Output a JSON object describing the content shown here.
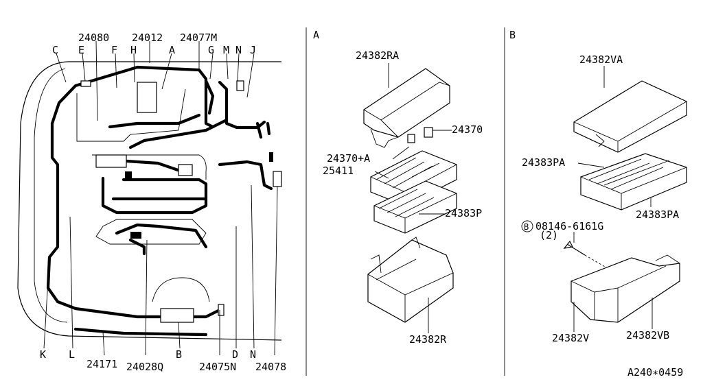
{
  "section_labels": {
    "a": "A",
    "b": "B"
  },
  "left_labels": {
    "top_parts": [
      "24080",
      "24012",
      "24077M"
    ],
    "top_letters": [
      "C",
      "E",
      "F",
      "H",
      "A",
      "G",
      "M",
      "N",
      "J"
    ],
    "bottom_letters": [
      "K",
      "L",
      "B",
      "D",
      "N"
    ],
    "bottom_parts": [
      "24171",
      "24028Q",
      "24075N",
      "24078"
    ]
  },
  "section_a_parts": {
    "cover": "24382RA",
    "fuse": "24370",
    "fuse_a": "24370+A",
    "relay_block": "25411",
    "block": "24383P",
    "bracket": "24382R"
  },
  "section_b_parts": {
    "cover": "24382VA",
    "block_top": "24383PA",
    "block_bottom": "24383PA",
    "bolt_marker": "B",
    "bolt": "08146-6161G",
    "bolt_qty": "(2)",
    "bracket_left": "24382V",
    "bracket_right": "24382VB"
  },
  "footer_code": "A240∗0459"
}
